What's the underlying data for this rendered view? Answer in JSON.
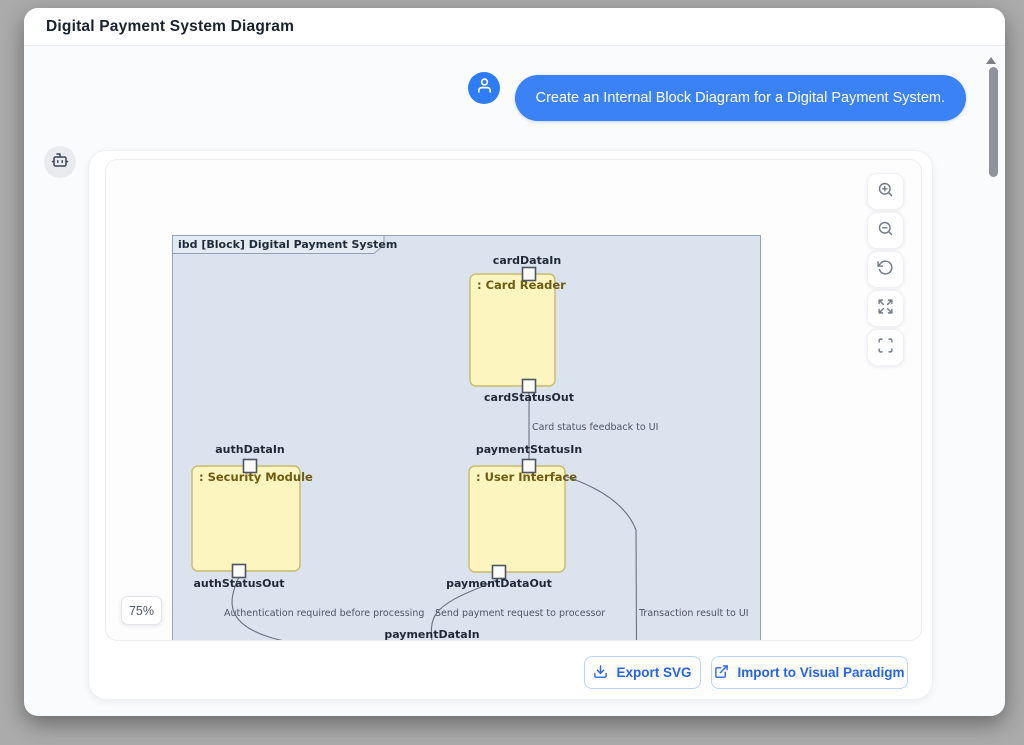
{
  "window": {
    "title": "Digital Payment System Diagram"
  },
  "chat": {
    "user_message": "Create an Internal Block Diagram for a Digital Payment System.",
    "user_avatar_icon": "person-icon",
    "bot_avatar_icon": "robot-icon"
  },
  "diagram": {
    "frame_label": "ibd [Block] Digital Payment System",
    "zoom_level": "75%",
    "blocks": [
      {
        "name": ": Card Reader"
      },
      {
        "name": ": Security Module"
      },
      {
        "name": ": User Interface"
      }
    ],
    "ports": [
      "cardDataIn",
      "cardStatusOut",
      "authDataIn",
      "authStatusOut",
      "paymentStatusIn",
      "paymentDataOut",
      "paymentDataIn"
    ],
    "connector_labels": [
      "Card status feedback to UI",
      "Authentication required before processing",
      "Send payment request to processor",
      "Transaction result to UI"
    ]
  },
  "toolbar": {
    "buttons": [
      {
        "icon": "zoom-in-icon"
      },
      {
        "icon": "zoom-out-icon"
      },
      {
        "icon": "rotate-ccw-icon"
      },
      {
        "icon": "expand-icon"
      },
      {
        "icon": "fullscreen-icon"
      }
    ]
  },
  "actions": {
    "export_label": "Export SVG",
    "import_label": "Import to Visual Paradigm"
  },
  "colors": {
    "accent_blue": "#3b82f6",
    "action_text": "#2563eb",
    "frame_fill": "#dbe3ee",
    "frame_border": "#93a2b4",
    "block_fill": "#fcf5bf",
    "block_border": "#c9ba6b",
    "block_text": "#6d5c12",
    "connector": "#6b7280",
    "page_background": "#ababab"
  }
}
